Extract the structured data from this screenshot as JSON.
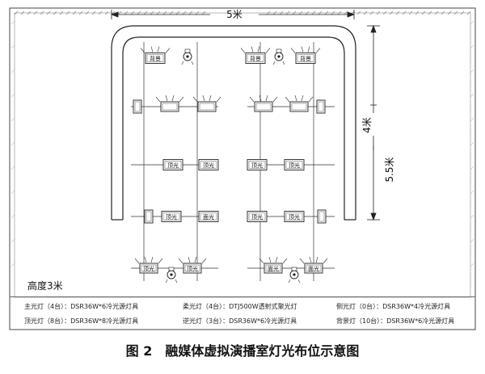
{
  "dimensions": {
    "width": "5米",
    "depth_outer": "5.5米",
    "depth_inner": "4米",
    "height": "高度3米"
  },
  "fixture_labels": {
    "top": "顶光",
    "front": "面光",
    "back": "背景"
  },
  "legend": {
    "row1": [
      "主光灯（4台）：DSR36W*6冷光源灯具",
      "柔光灯（4台）：DTJ500W透射式聚光灯",
      "侧光灯（0台）：DSR36W*4冷光源灯具"
    ],
    "row2": [
      "顶光灯（8台）：DSR36W*8冷光源灯具",
      "逆光灯（3台）：DSR36W*6冷光源灯具",
      "背景灯（10台）：DSR36W*6冷光源灯具"
    ]
  },
  "caption": "图 2　融媒体虚拟演播室灯光布位示意图"
}
